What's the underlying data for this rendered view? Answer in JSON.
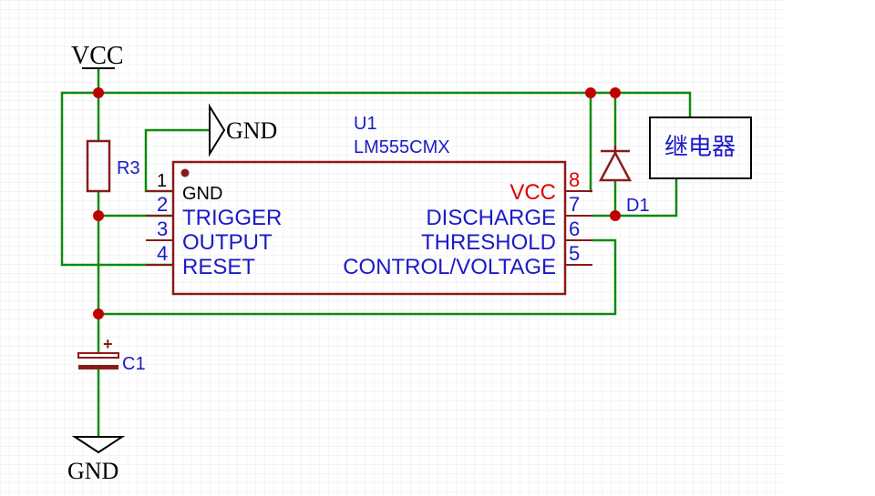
{
  "power": {
    "vcc_label": "VCC",
    "gnd_top_label": "GND",
    "gnd_bottom_label": "GND"
  },
  "ic": {
    "designator": "U1",
    "part": "LM555CMX",
    "left_pins": [
      {
        "num": "1",
        "name": "GND"
      },
      {
        "num": "2",
        "name": "TRIGGER"
      },
      {
        "num": "3",
        "name": "OUTPUT"
      },
      {
        "num": "4",
        "name": "RESET"
      }
    ],
    "right_pins": [
      {
        "num": "8",
        "name": "VCC"
      },
      {
        "num": "7",
        "name": "DISCHARGE"
      },
      {
        "num": "6",
        "name": "THRESHOLD"
      },
      {
        "num": "5",
        "name": "CONTROL/VOLTAGE"
      }
    ]
  },
  "components": {
    "resistor": "R3",
    "capacitor": "C1",
    "cap_polarity": "+",
    "diode": "D1",
    "relay": "继电器"
  },
  "colors": {
    "wire": "#0f8a0f",
    "body": "#8b1a1a",
    "junction": "#c00000",
    "pin_text": "#1a1ac8",
    "vcc_pin": "#e00000",
    "grid": "#ebebeb"
  }
}
